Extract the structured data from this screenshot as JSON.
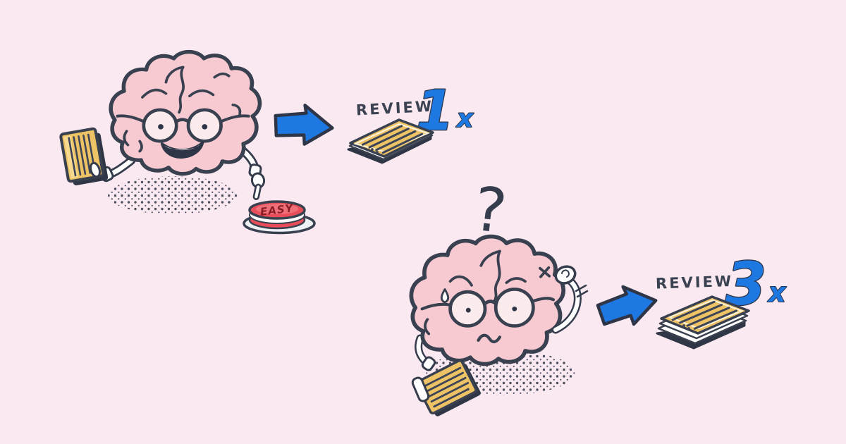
{
  "page": {
    "background_color": "#fbe9f2",
    "outline_color": "#39404f",
    "brain_color": "#f7cad1",
    "accent_blue": "#1d78e2",
    "card_yellow": "#eec366",
    "button_red": "#e84e59"
  },
  "scene_easy": {
    "review_label": "REVIEW",
    "review_count": "1",
    "times_suffix": "x",
    "easy_button_label": "EASY"
  },
  "scene_hard": {
    "question_mark": "?",
    "review_label": "REVIEW",
    "review_count": "3",
    "times_suffix": "x"
  }
}
